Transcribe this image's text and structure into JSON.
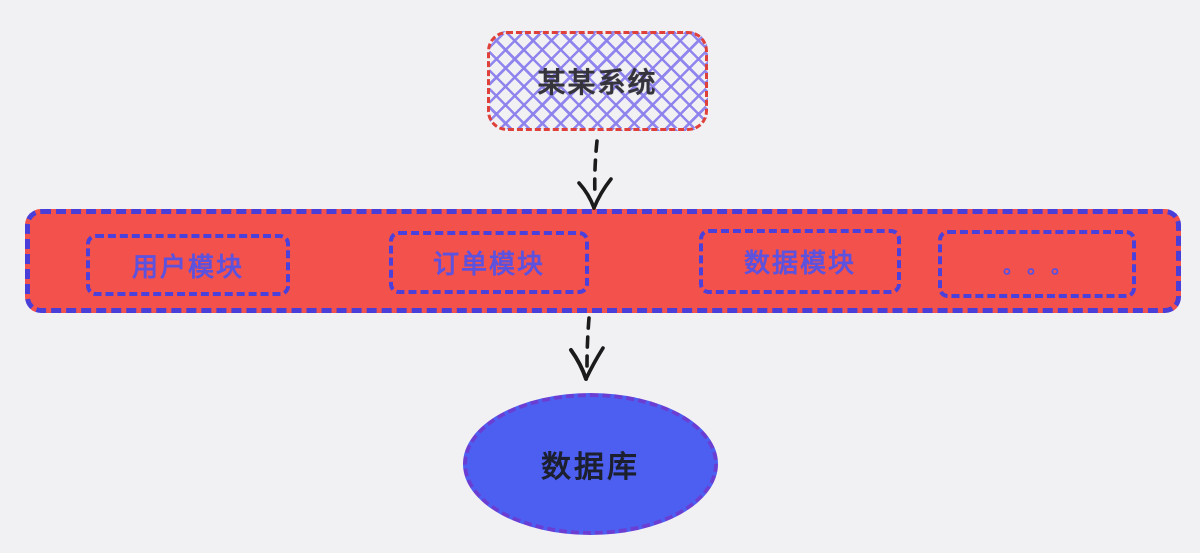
{
  "diagram": {
    "system": {
      "label": "某某系统"
    },
    "modules": {
      "items": [
        {
          "label": "用户模块"
        },
        {
          "label": "订单模块"
        },
        {
          "label": "数据模块"
        },
        {
          "label": "。。。"
        }
      ]
    },
    "database": {
      "label": "数据库"
    },
    "colors": {
      "background": "#f1f1f4",
      "bar_fill": "#f2514c",
      "dashed_purple": "#4a3ed8",
      "module_text": "#5d52de",
      "system_border_red": "#e0403a",
      "crosshatch_purple": "#8b80ec",
      "ellipse_fill": "#4d5ff1",
      "ellipse_border": "#6a3ed2",
      "arrow_black": "#1b1b1b",
      "dark_text": "#35343c"
    }
  }
}
